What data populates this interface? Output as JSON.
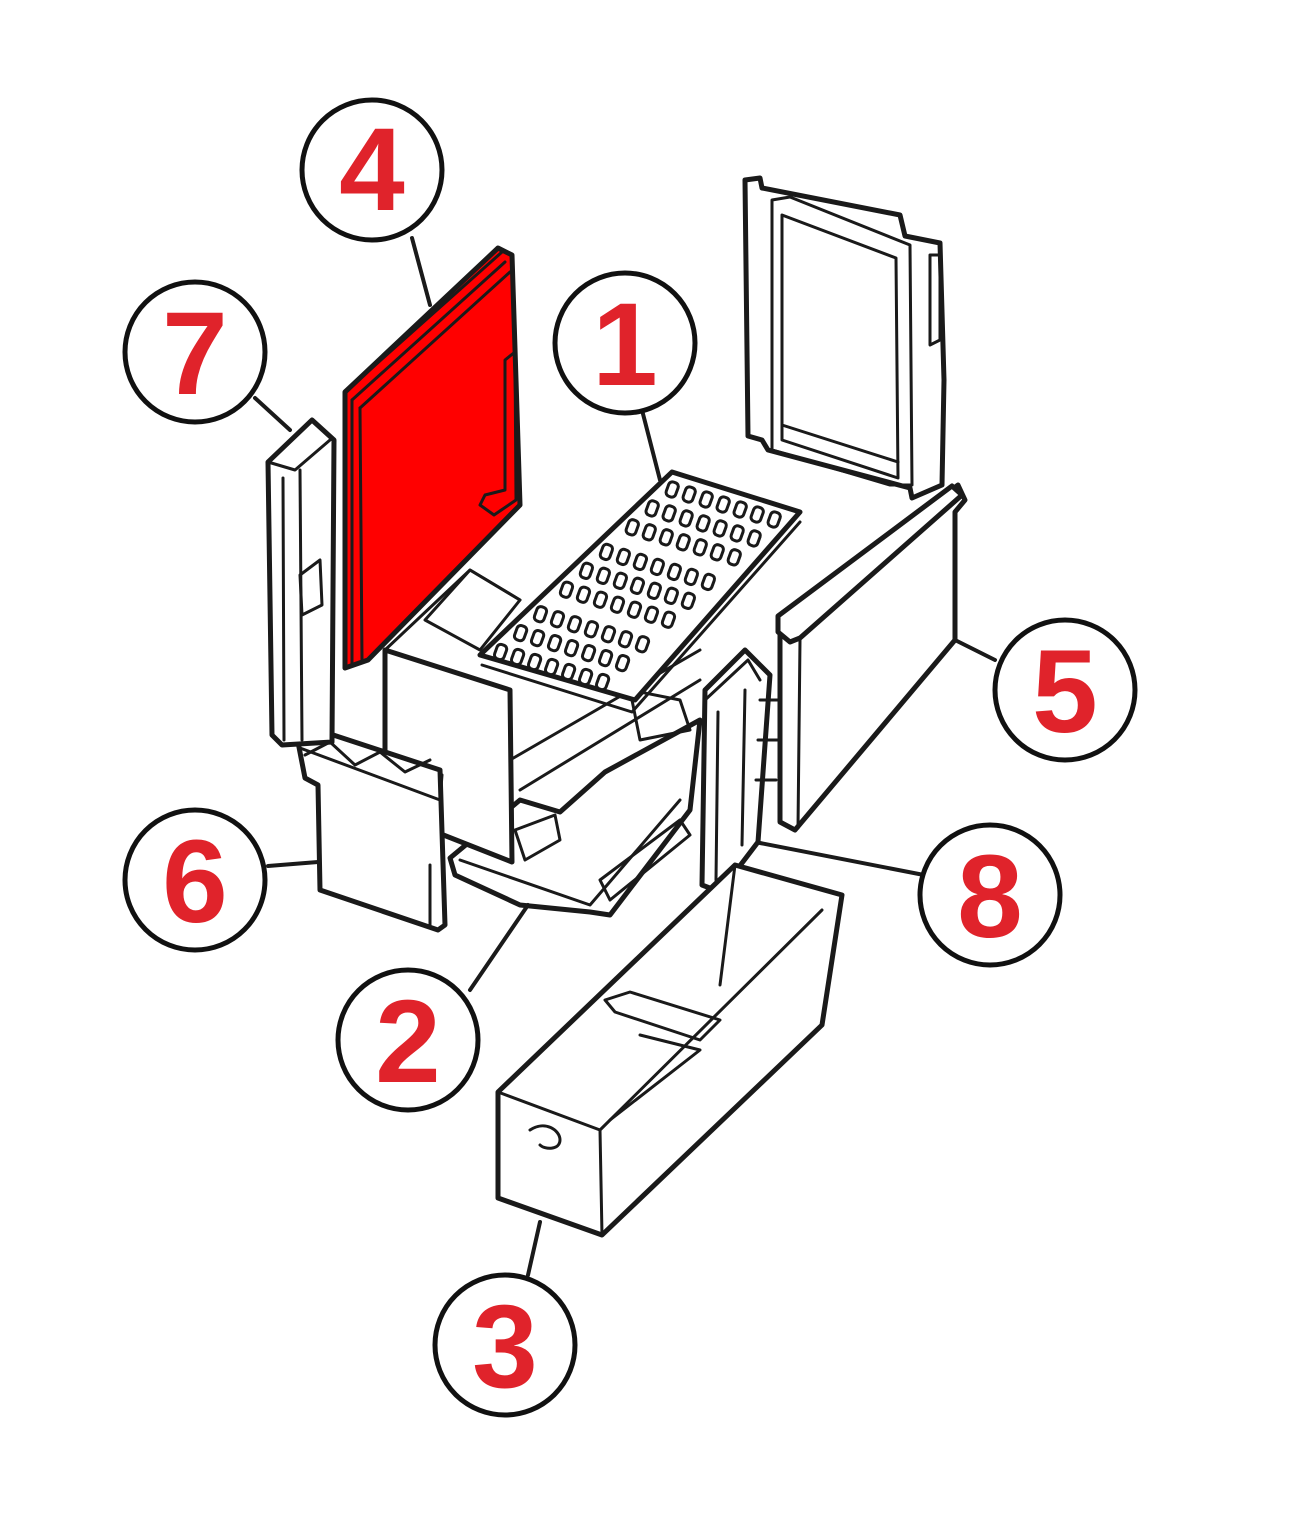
{
  "callouts": [
    {
      "id": "1",
      "label": "1"
    },
    {
      "id": "2",
      "label": "2"
    },
    {
      "id": "3",
      "label": "3"
    },
    {
      "id": "4",
      "label": "4"
    },
    {
      "id": "5",
      "label": "5"
    },
    {
      "id": "6",
      "label": "6"
    },
    {
      "id": "7",
      "label": "7"
    },
    {
      "id": "8",
      "label": "8"
    }
  ],
  "colors": {
    "highlight_part": "#ff0000",
    "callout_number": "#e0232b",
    "line": "#1a1a1a",
    "background": "#ffffff"
  },
  "highlighted_part": "4"
}
